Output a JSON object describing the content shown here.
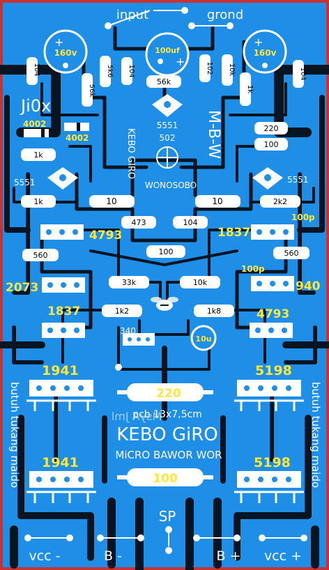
{
  "top": {
    "input": "input",
    "ground": "grond"
  },
  "caps": {
    "left": "160v",
    "center": "100uf",
    "right": "160v",
    "plus": "+"
  },
  "resistors": {
    "r104_a": "104",
    "r56k_v": "56k",
    "r5k6": "5k6",
    "r104_b": "104",
    "r56k_h": "56k",
    "r102": "102",
    "r10k_v": "10k",
    "r1k_v": "1k",
    "r104_c": "104",
    "r1k_a": "1k",
    "r1k_b": "1k",
    "r220": "220",
    "r100_top": "100",
    "r10_l": "10",
    "r10_r": "10",
    "r2k2": "2k2",
    "r473": "473",
    "r104_m": "104",
    "r100_mid": "100",
    "r560_l": "560",
    "r560_r": "560",
    "r33k": "33k",
    "r10k_h": "10k",
    "r1k2": "1k2",
    "r1k8": "1k8",
    "r220_big": "220",
    "r100_big": "100"
  },
  "labels": {
    "jiox": "Ji0x",
    "d4002_a": "4002",
    "d4002_b": "4002",
    "t5551_top": "5551",
    "r502": "502",
    "t5551_l": "5551",
    "t5551_r": "5551",
    "kebo_vert": "KEBO GIRO",
    "wonosobo": "WONOSOBO",
    "mbw": "M-B-W",
    "t4793_top": "4793",
    "t1837_top": "1837",
    "c100p_a": "100p",
    "c100p_b": "100p",
    "t2073": "2073",
    "t940": "940",
    "t1837_bot": "1837",
    "t4793_bot": "4793",
    "t340": "340",
    "c10u": "10u",
    "t1941_a": "1941",
    "t5198_a": "5198",
    "t1941_b": "1941",
    "t5198_b": "5198",
    "butuh_l": "butuh tukang maido",
    "butuh_r": "butuh tukang maido",
    "pcb": "pcb 13x7,5cm",
    "kebo": "KEBO GiRO",
    "micro": "MiCRO BAWOR WOR",
    "mirror": "MsyA Jml",
    "sp": "SP",
    "vcc_minus": "vcc -",
    "b_minus": "B -",
    "b_plus": "B +",
    "vcc_plus": "vcc +"
  },
  "colors": {
    "board": "#1e8ee6",
    "trace": "#071522",
    "edge": "#c83232",
    "silk": "#ffffff",
    "accent": "#ffe63a"
  }
}
